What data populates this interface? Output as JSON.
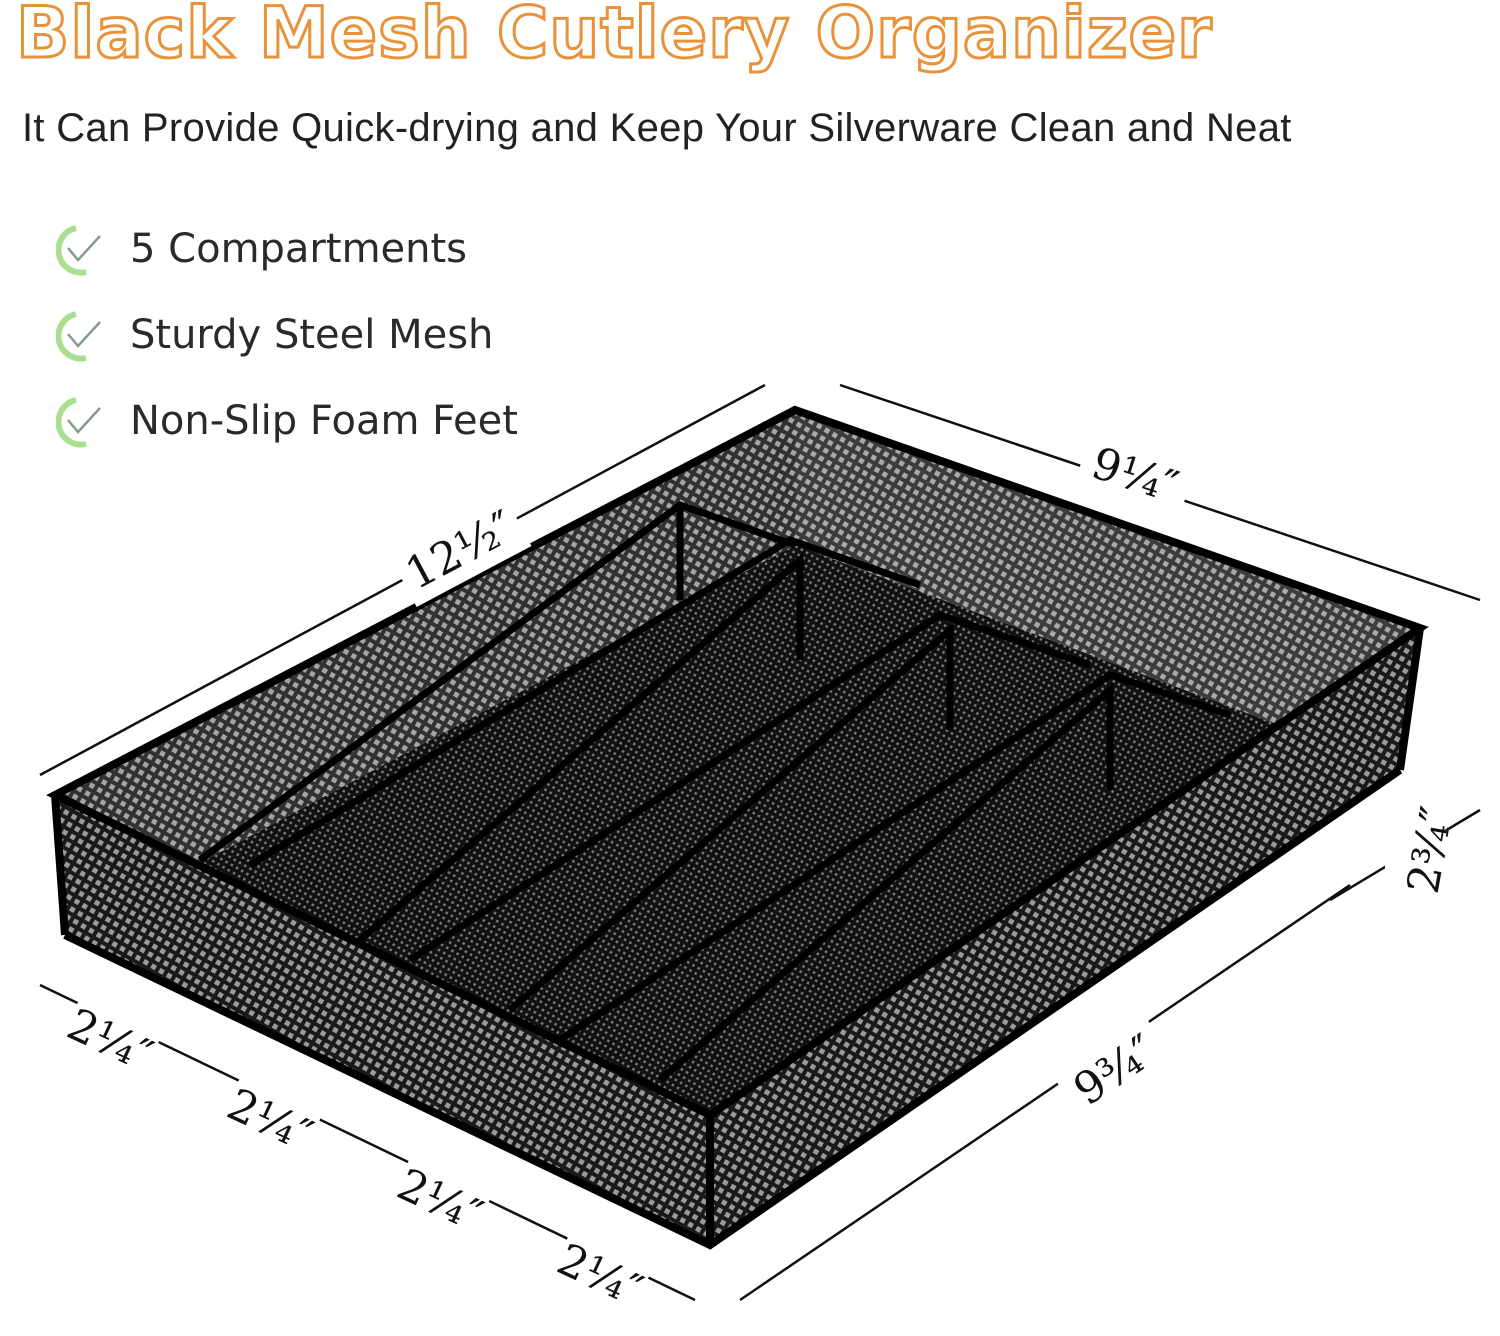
{
  "title": "Black Mesh Cutlery Organizer",
  "subtitle": "It Can Provide Quick-drying and Keep Your Silverware Clean and Neat",
  "features": [
    {
      "icon": "check-icon",
      "label": "5 Compartments"
    },
    {
      "icon": "check-icon",
      "label": "Sturdy Steel Mesh"
    },
    {
      "icon": "check-icon",
      "label": "Non-Slip Foam Feet"
    }
  ],
  "dimensions": {
    "length": "12½″",
    "back_width": "9¼″",
    "height": "2¾″",
    "front_width": "9¾″",
    "compartments": [
      "2¼″",
      "2¼″",
      "2¼″",
      "2¼″"
    ]
  },
  "colors": {
    "title": "#e8923a",
    "check": "#8fd07a",
    "tray": "#111111"
  }
}
